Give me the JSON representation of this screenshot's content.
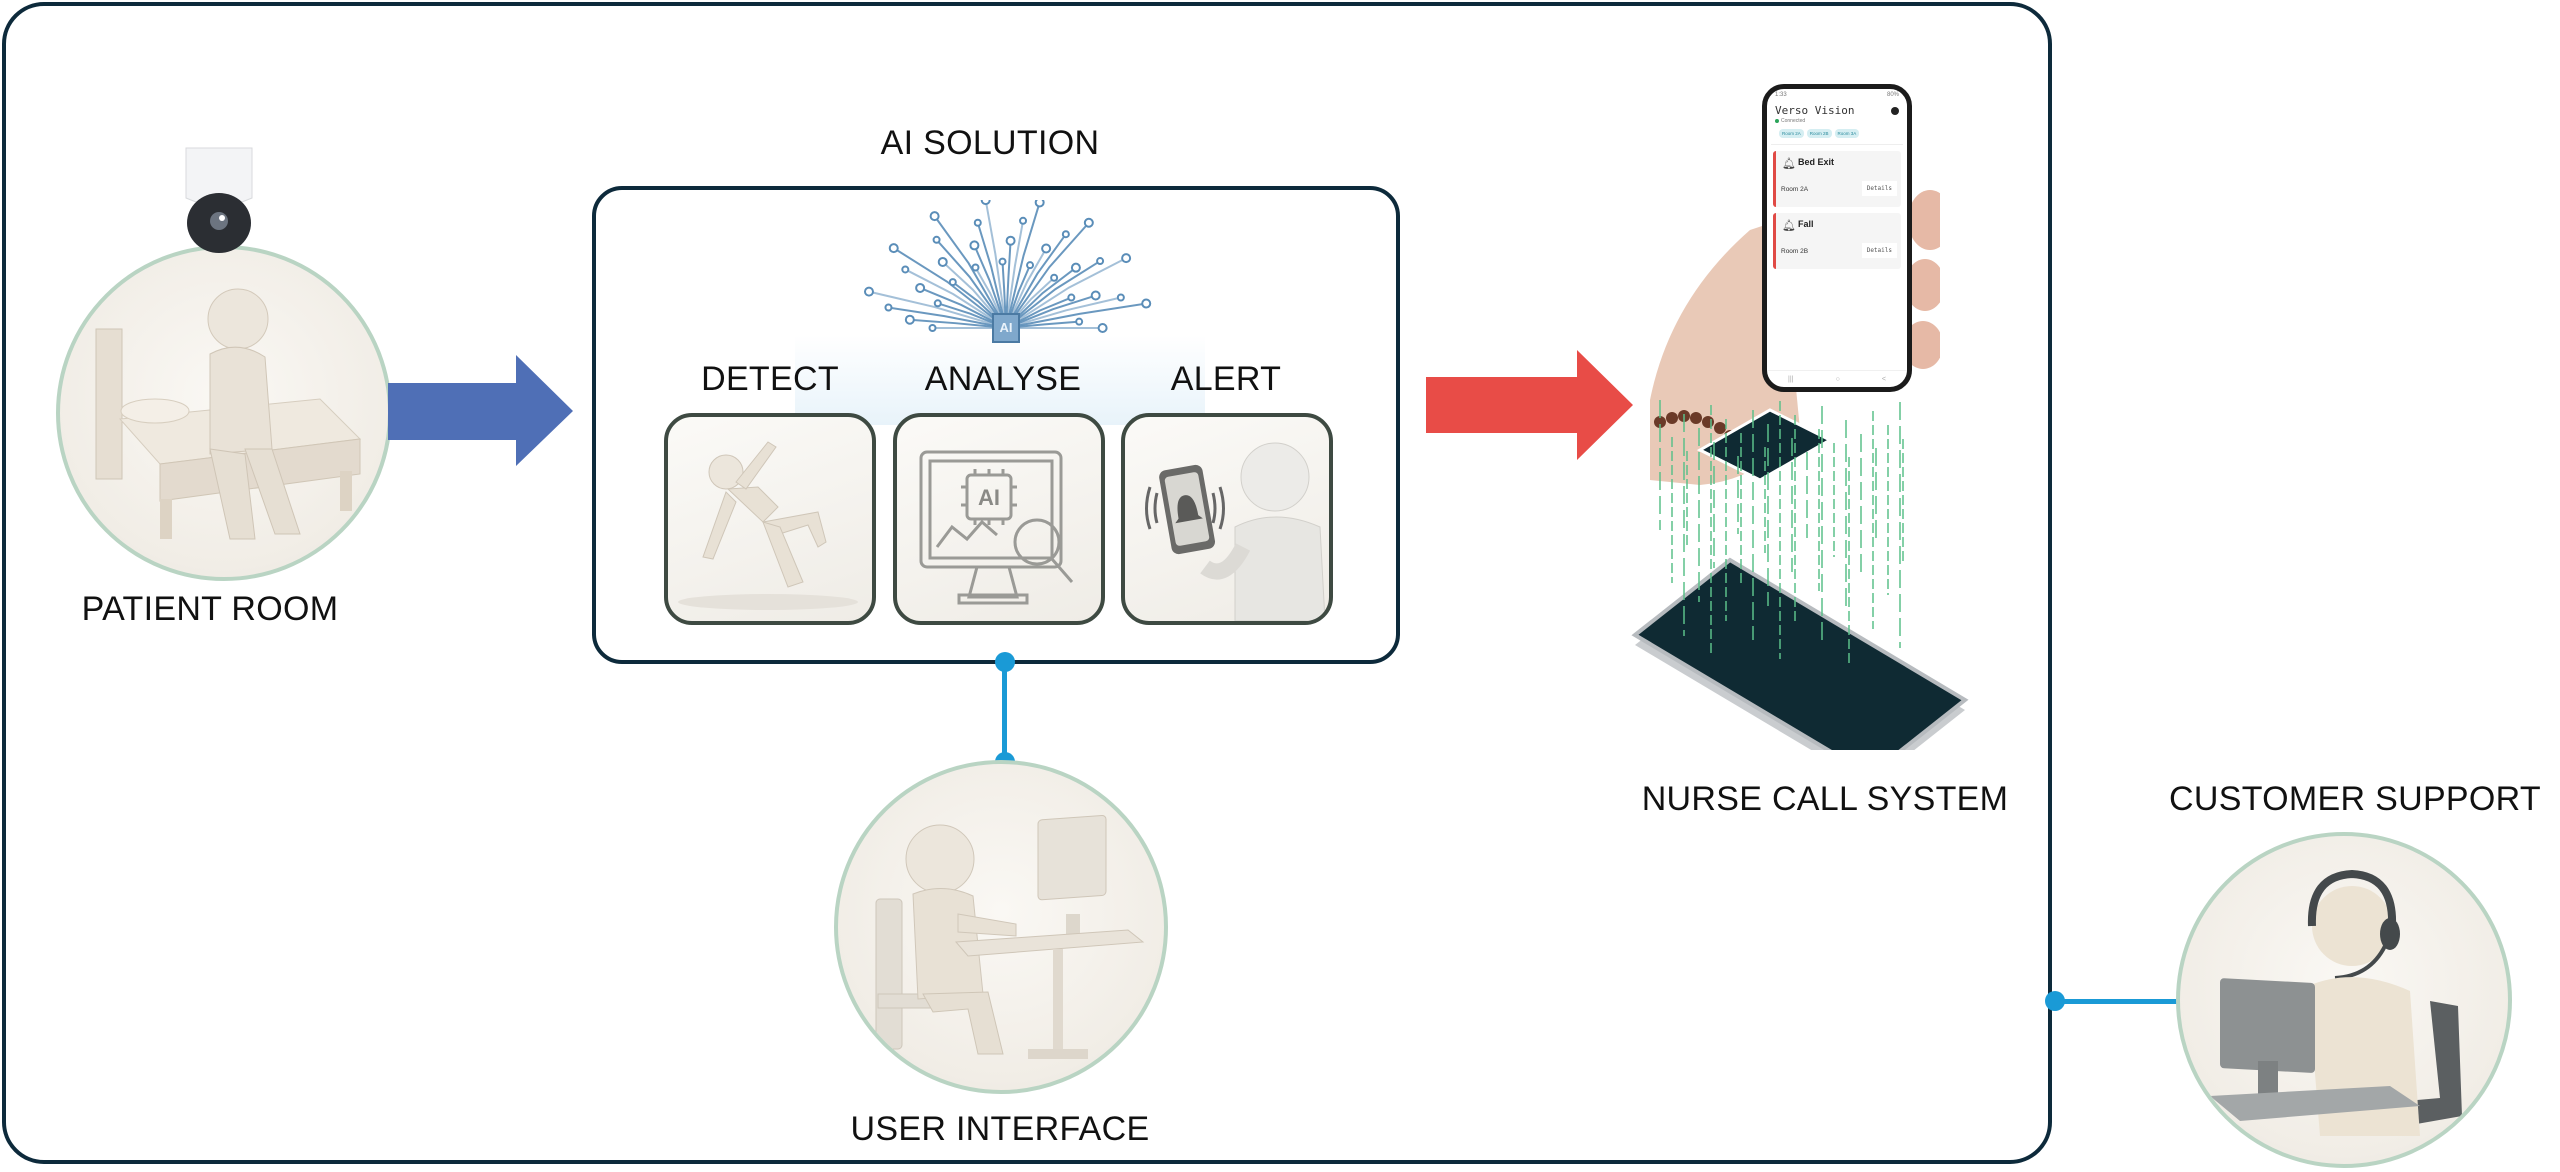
{
  "diagram": {
    "title": "AI SOLUTION",
    "nodes": {
      "patient_room": {
        "label": "PATIENT ROOM",
        "icon": "patient-on-bed-with-camera"
      },
      "ai_solution": {
        "label": "AI SOLUTION",
        "icon": "ai-circuit-chip",
        "chip_text": "AI",
        "steps": [
          {
            "label": "DETECT",
            "icon": "falling-person"
          },
          {
            "label": "ANALYSE",
            "icon": "ai-monitor-magnifier",
            "chip_text": "AI"
          },
          {
            "label": "ALERT",
            "icon": "person-with-phone-bell"
          }
        ]
      },
      "user_interface": {
        "label": "USER INTERFACE",
        "icon": "person-at-computer"
      },
      "nurse_call_system": {
        "label": "NURSE CALL SYSTEM",
        "icon": "hand-holding-phone"
      },
      "customer_support": {
        "label": "CUSTOMER SUPPORT",
        "icon": "support-agent-headset"
      }
    },
    "edges": [
      {
        "from": "PATIENT ROOM",
        "to": "AI SOLUTION",
        "style": "arrow",
        "color": "#4f6fb6"
      },
      {
        "from": "AI SOLUTION",
        "to": "NURSE CALL SYSTEM",
        "style": "arrow",
        "color": "#e84c47"
      },
      {
        "from": "AI SOLUTION",
        "to": "USER INTERFACE",
        "style": "connector",
        "color": "#1a9ad6"
      },
      {
        "from": "SYSTEM FRAME",
        "to": "CUSTOMER SUPPORT",
        "style": "connector",
        "color": "#1a9ad6"
      }
    ]
  },
  "phone_app": {
    "status_time": "1:33",
    "status_battery": "80%",
    "app_title": "Verso Vision",
    "connection_status": "Connected",
    "room_chips": [
      "Room 2A",
      "Room 2B",
      "Room 3A"
    ],
    "alerts": [
      {
        "type": "Bed Exit",
        "room": "Room 2A",
        "action": "Details"
      },
      {
        "type": "Fall",
        "room": "Room 2B",
        "action": "Details"
      }
    ],
    "nav": [
      "|||",
      "○",
      "<"
    ]
  },
  "colors": {
    "frame": "#0d2a3b",
    "circle_border": "#b9d4c3",
    "blue_arrow": "#4f6fb6",
    "red_arrow": "#e84c47",
    "connector": "#1a9ad6",
    "circuit": "#5a8db8"
  }
}
